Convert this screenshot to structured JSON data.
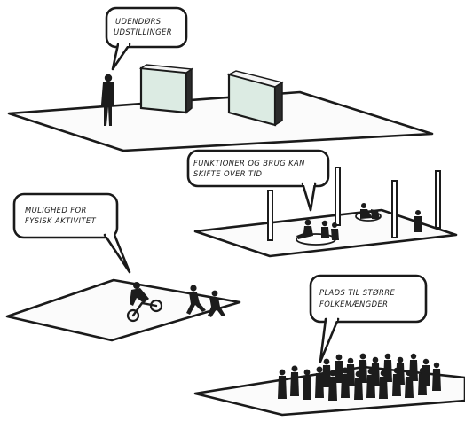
{
  "bubbles": {
    "exhibition": {
      "lines": [
        "UDENDØRS",
        "UDSTILLINGER"
      ]
    },
    "functions": {
      "lines": [
        "FUNKTIONER OG BRUG KAN",
        "SKIFTE OVER TID"
      ]
    },
    "activity": {
      "lines": [
        "MULIGHED FOR",
        "FYSISK AKTIVITET"
      ]
    },
    "crowds": {
      "lines": [
        "PLADS TIL STØRRE",
        "FOLKEMÆNGDER"
      ]
    }
  },
  "icons": [
    "speech-bubble",
    "person-silhouette",
    "exhibition-panel",
    "pole",
    "cyclist",
    "crowd"
  ],
  "colors": {
    "ink": "#1a1a1a",
    "panel_glass": "#dcebe3",
    "background": "#ffffff"
  }
}
